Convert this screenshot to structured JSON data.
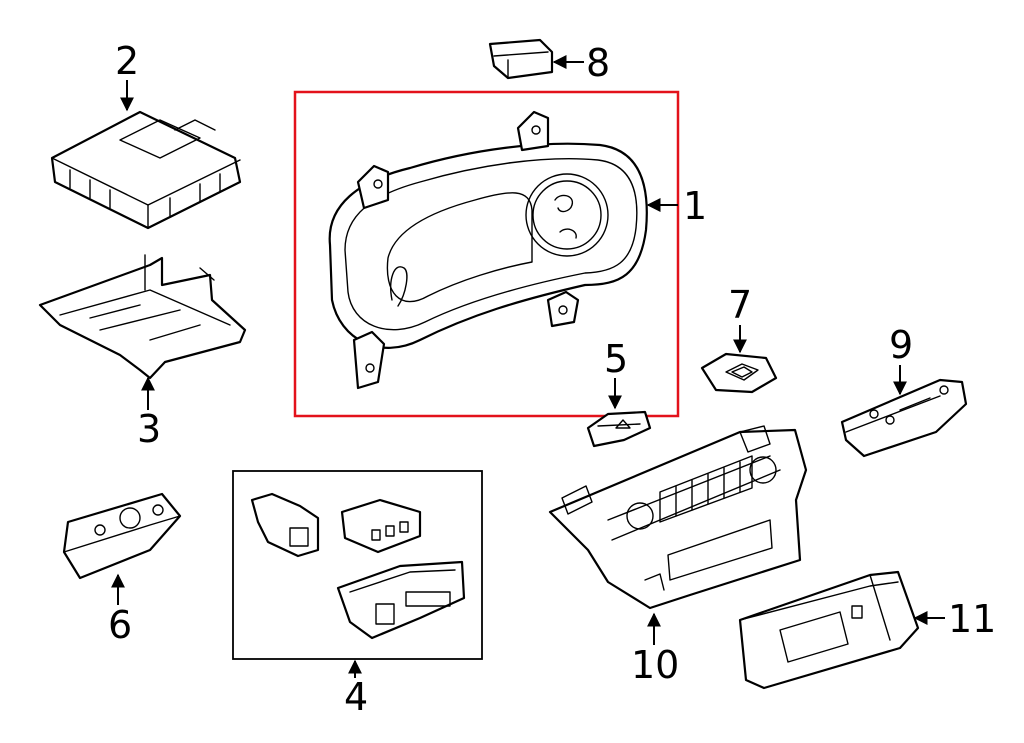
{
  "diagram": {
    "highlight_color": "#e3121b",
    "line_color": "#000000",
    "callouts": {
      "c1": "1",
      "c2": "2",
      "c3": "3",
      "c4": "4",
      "c5": "5",
      "c6": "6",
      "c7": "7",
      "c8": "8",
      "c9": "9",
      "c10": "10",
      "c11": "11"
    },
    "parts": [
      {
        "callout": "1",
        "icon": "instrument-cluster-icon",
        "highlighted": true
      },
      {
        "callout": "2",
        "icon": "control-module-icon"
      },
      {
        "callout": "3",
        "icon": "mounting-bracket-icon"
      },
      {
        "callout": "4",
        "icon": "switch-kit-icon"
      },
      {
        "callout": "5",
        "icon": "hazard-switch-icon"
      },
      {
        "callout": "6",
        "icon": "knob-switch-icon"
      },
      {
        "callout": "7",
        "icon": "button-switch-icon"
      },
      {
        "callout": "8",
        "icon": "connector-icon"
      },
      {
        "callout": "9",
        "icon": "multi-switch-icon"
      },
      {
        "callout": "10",
        "icon": "climate-control-panel-icon"
      },
      {
        "callout": "11",
        "icon": "display-module-icon"
      }
    ]
  }
}
